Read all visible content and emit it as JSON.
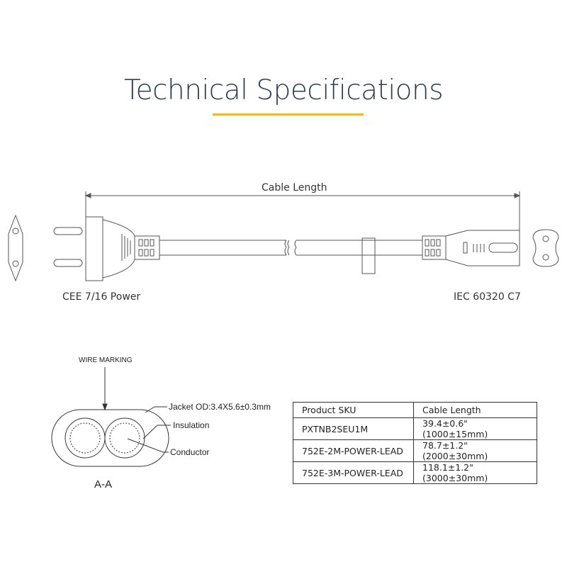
{
  "title": "Technical Specifications",
  "diagram": {
    "cable_length_label": "Cable Length",
    "left_connector": "CEE 7/16 Power",
    "right_connector": "IEC 60320 C7"
  },
  "cross_section": {
    "wire_marking": "WIRE MARKING",
    "jacket": "Jacket OD:3.4X5.6±0.3mm",
    "insulation": "Insulation",
    "conductor": "Conductor",
    "section_label": "A-A"
  },
  "table": {
    "headers": [
      "Product SKU",
      "Cable Length"
    ],
    "rows": [
      [
        "PXTNB2SEU1M",
        "39.4±0.6\" (1000±15mm)"
      ],
      [
        "752E-2M-POWER-LEAD",
        "78.7±1.2\" (2000±30mm)"
      ],
      [
        "752E-3M-POWER-LEAD",
        "118.1±1.2\" (3000±30mm)"
      ]
    ]
  },
  "colors": {
    "title": "#2d3e50",
    "accent": "#f2b632"
  }
}
